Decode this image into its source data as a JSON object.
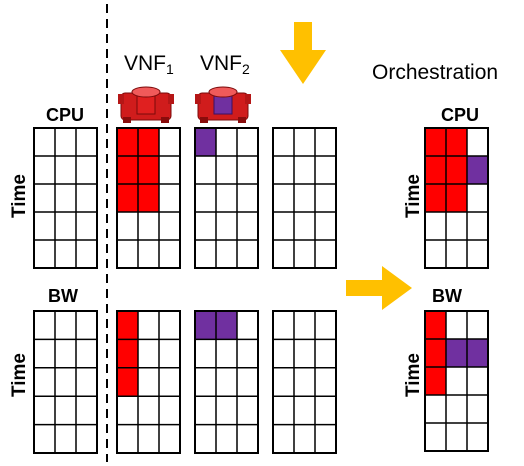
{
  "labels": {
    "cpu_left": "CPU",
    "bw_left": "BW",
    "time_label": "Time",
    "vnf1": "VNF",
    "vnf1_sub": "1",
    "vnf2": "VNF",
    "vnf2_sub": "2",
    "orchestration": "Orchestration",
    "cpu_right": "CPU",
    "bw_right": "BW"
  },
  "colors": {
    "vnf1": "#ff0000",
    "vnf2": "#7030a0",
    "arrow": "#ffc000",
    "grid_line": "#000000",
    "divider": "#000000"
  },
  "icons": {
    "vnf1_icon": "red-router-with-red-core-icon",
    "vnf2_icon": "red-router-with-purple-core-icon",
    "down_arrow": "down-arrow-icon",
    "right_arrow": "right-arrow-icon"
  },
  "grids": {
    "cols": 3,
    "rows": 5,
    "cpu_baseline": [],
    "cpu_vnf1": [
      [
        0,
        0
      ],
      [
        0,
        1
      ],
      [
        1,
        0
      ],
      [
        1,
        1
      ],
      [
        2,
        0
      ],
      [
        2,
        1
      ]
    ],
    "cpu_vnf2": [
      [
        0,
        0
      ]
    ],
    "cpu_empty": [],
    "bw_baseline": [],
    "bw_vnf1": [
      [
        0,
        0
      ],
      [
        1,
        0
      ],
      [
        2,
        0
      ]
    ],
    "bw_vnf2": [
      [
        0,
        0
      ],
      [
        0,
        1
      ]
    ],
    "bw_empty": [],
    "cpu_orchestrated_vnf1": [
      [
        0,
        0
      ],
      [
        0,
        1
      ],
      [
        1,
        0
      ],
      [
        1,
        1
      ],
      [
        2,
        0
      ],
      [
        2,
        1
      ]
    ],
    "cpu_orchestrated_vnf2": [
      [
        1,
        2
      ]
    ],
    "bw_orchestrated_vnf1": [
      [
        0,
        0
      ],
      [
        1,
        0
      ],
      [
        2,
        0
      ]
    ],
    "bw_orchestrated_vnf2": [
      [
        1,
        1
      ],
      [
        1,
        2
      ]
    ]
  }
}
